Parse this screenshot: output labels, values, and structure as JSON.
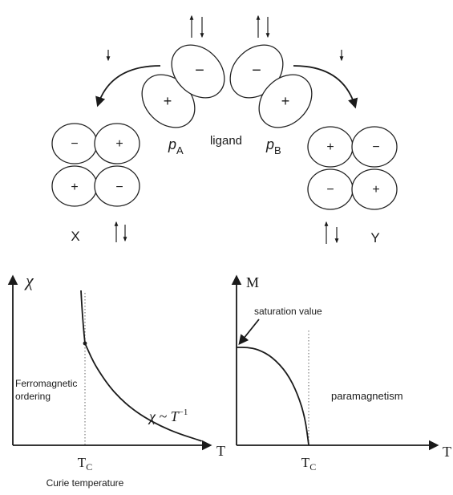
{
  "orbitals": {
    "lobe_sign_plus": "+",
    "lobe_sign_minus": "−",
    "pA_letter": "p",
    "pA_sub": "A",
    "pB_letter": "p",
    "pB_sub": "B",
    "ligand_label": "ligand",
    "metal_left_label": "X",
    "metal_right_label": "Y"
  },
  "chart_data": [
    {
      "type": "line",
      "title": "",
      "ylabel": "χ",
      "xlabel": "T",
      "tick_label": "T",
      "tick_sub": "C",
      "tick_caption": "Curie temperature",
      "region_label_line1": "Ferromagnetic",
      "region_label_line2": "ordering",
      "curve_label": "χ ~ T",
      "curve_label_exp": "−1",
      "series": [
        {
          "x": [
            1.0,
            1.1,
            1.2,
            1.4,
            1.6,
            1.8,
            2.0,
            2.3,
            2.6,
            3.0
          ],
          "y": [
            1.0,
            0.909,
            0.833,
            0.714,
            0.625,
            0.556,
            0.5,
            0.435,
            0.385,
            0.333
          ]
        }
      ]
    },
    {
      "type": "line",
      "title": "",
      "ylabel": "M",
      "xlabel": "T",
      "tick_label": "T",
      "tick_sub": "C",
      "annotation": "saturation value",
      "region_label": "paramagnetism",
      "series": [
        {
          "x": [
            0,
            0.15,
            0.3,
            0.5,
            0.7,
            0.85,
            0.95,
            1.0
          ],
          "y": [
            1.0,
            1.0,
            0.98,
            0.9,
            0.74,
            0.52,
            0.28,
            0.0
          ]
        }
      ]
    }
  ]
}
